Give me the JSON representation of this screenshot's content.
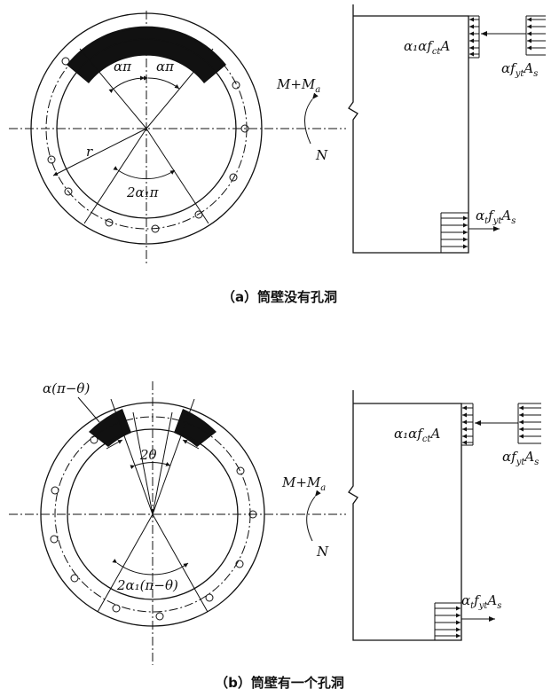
{
  "figure_a": {
    "caption": "（a）筒壁没有孔洞",
    "angle_left": "απ",
    "angle_right": "απ",
    "radius": "r",
    "angle_bottom": "2α₁π",
    "moment": "M+M",
    "moment_sub": "a",
    "axial": "N",
    "force_top_left": "α₁αf",
    "force_top_left_sub": "ct",
    "force_top_left_tail": "A",
    "force_top_right": "αf",
    "force_top_right_sub": "yt",
    "force_top_right_tail": "A",
    "force_top_right_tail_sub": "s",
    "force_bottom": "α",
    "force_bottom_sub1": "t",
    "force_bottom_mid": "f",
    "force_bottom_sub2": "yt",
    "force_bottom_tail": "A",
    "force_bottom_tail_sub": "s"
  },
  "figure_b": {
    "caption": "（b）筒壁有一个孔洞",
    "angle_top_label": "α(π−θ)",
    "angle_opening": "2θ",
    "angle_bottom": "2α₁(π−θ)",
    "moment": "M+M",
    "moment_sub": "a",
    "axial": "N",
    "force_top_left": "α₁αf",
    "force_top_left_sub": "ct",
    "force_top_left_tail": "A",
    "force_top_right": "αf",
    "force_top_right_sub": "yt",
    "force_top_right_tail": "A",
    "force_top_right_tail_sub": "s",
    "force_bottom": "α",
    "force_bottom_sub1": "t",
    "force_bottom_mid": "f",
    "force_bottom_sub2": "yt",
    "force_bottom_tail": "A",
    "force_bottom_tail_sub": "s"
  }
}
